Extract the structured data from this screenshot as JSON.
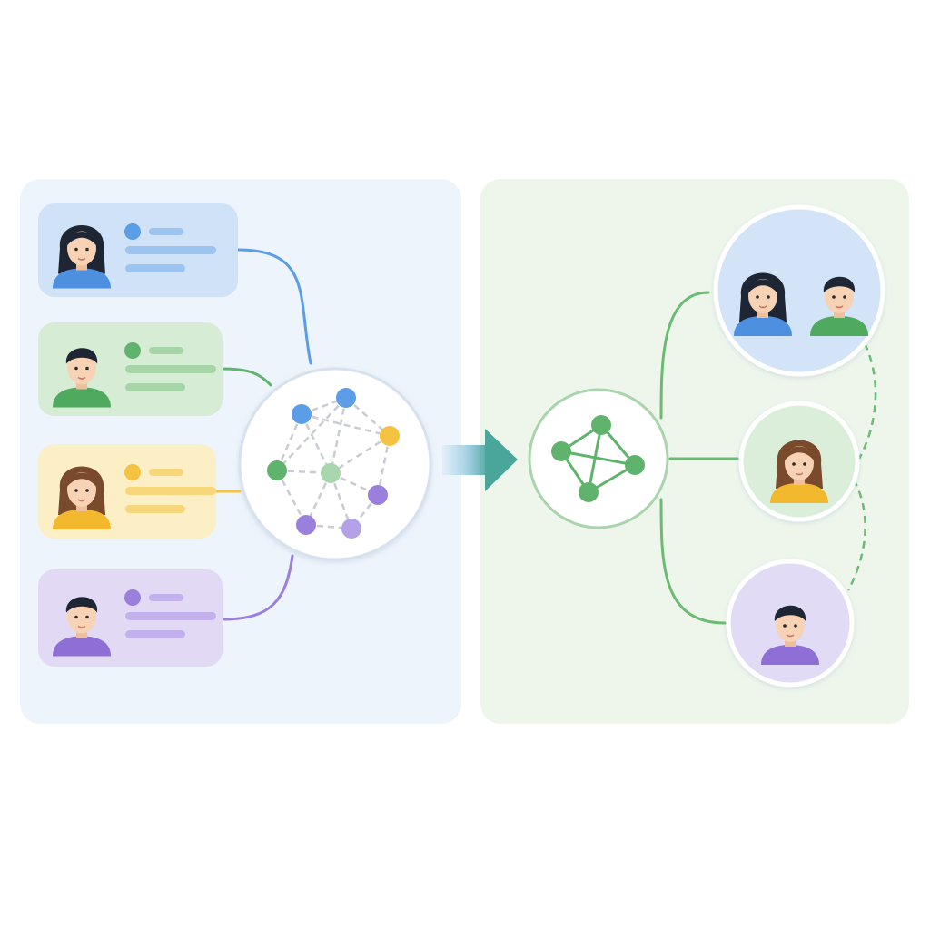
{
  "colors": {
    "background": "#ffffff",
    "left_panel": "#edf4fc",
    "right_panel": "#eef6ec",
    "blue": "#5b9de6",
    "green": "#5fb36c",
    "yellow": "#f5c242",
    "purple": "#9b7fdc",
    "hair": "#1f2633",
    "hair_brown": "#7a4a2c",
    "skin": "#f7d2b4",
    "network_edge": "#c9ccd2"
  },
  "profiles": [
    {
      "id": "blue",
      "person": "woman",
      "card_fill": "#cfe2f8",
      "accent": "#5b9de6",
      "bar": "#9cc4f0",
      "shirt": "#4e90e0"
    },
    {
      "id": "green",
      "person": "man",
      "card_fill": "#d6ecd4",
      "accent": "#5fb36c",
      "bar": "#a6d6a8",
      "shirt": "#4faa60"
    },
    {
      "id": "yellow",
      "person": "woman-brown",
      "card_fill": "#fcefc6",
      "accent": "#f5c242",
      "bar": "#f7d77a",
      "shirt": "#f2b92e"
    },
    {
      "id": "purple",
      "person": "man",
      "card_fill": "#e2daf5",
      "accent": "#9b7fdc",
      "bar": "#c2b1ee",
      "shirt": "#8f6fd6"
    }
  ],
  "groups": [
    {
      "id": "pair",
      "members": [
        "woman",
        "man"
      ],
      "fill": "#d3e4f8",
      "shirts": [
        "#4e90e0",
        "#4faa60"
      ]
    },
    {
      "id": "single-yellow",
      "members": [
        "woman-brown"
      ],
      "fill": "#dbeeda",
      "shirts": [
        "#f2b92e"
      ]
    },
    {
      "id": "single-purple",
      "members": [
        "man"
      ],
      "fill": "#e2dbf6",
      "shirts": [
        "#8f6fd6"
      ]
    }
  ],
  "icons": {
    "flow_arrow": "right-arrow-icon",
    "network": "network-graph-icon",
    "cluster": "cluster-graph-icon"
  }
}
